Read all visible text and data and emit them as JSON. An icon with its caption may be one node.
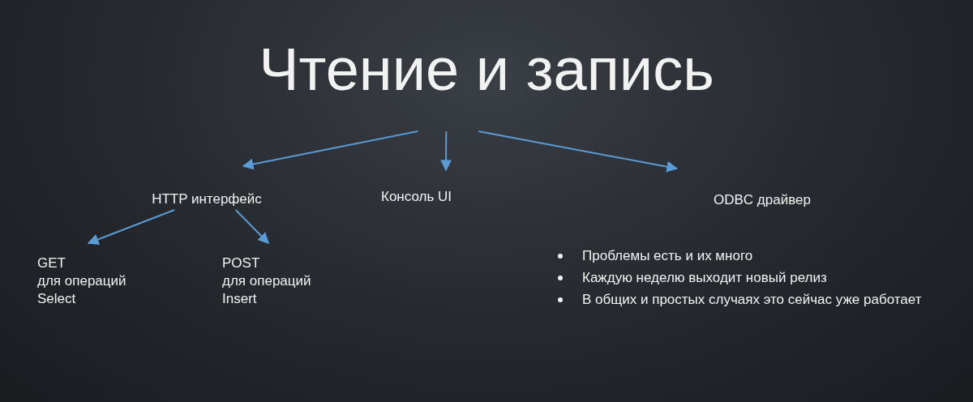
{
  "diagram": {
    "nodes": [
      {
        "text": [
          "Чтение и запись"
        ]
      },
      {
        "text": [
          "HTTP интерфейс"
        ]
      },
      {
        "text": [
          "Консоль UI"
        ]
      },
      {
        "text": [
          "ODBC драйвер"
        ],
        "beside": [
          "Проблемы есть и их много",
          "Каждую неделю выходит новый релиз",
          "В общих и простых случаях это сейчас уже работает"
        ]
      },
      {
        "text": [
          "GET",
          "для операций Select"
        ]
      },
      {
        "text": [
          "POST",
          "для операций Insert"
        ]
      }
    ],
    "edges": [
      {
        "from": 0,
        "to": 1,
        "arrow": "to"
      },
      {
        "from": 0,
        "to": 2,
        "arrow": "to"
      },
      {
        "from": 0,
        "to": 3,
        "arrow": "to"
      },
      {
        "from": 1,
        "to": 4,
        "arrow": "to"
      },
      {
        "from": 1,
        "to": 5,
        "arrow": "to"
      }
    ]
  }
}
